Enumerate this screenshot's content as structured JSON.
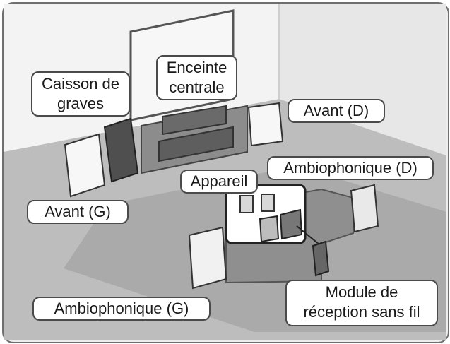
{
  "labels": {
    "subwoofer_line1": "Caisson de",
    "subwoofer_line2": "graves",
    "center_line1": "Enceinte",
    "center_line2": "centrale",
    "front_right": "Avant (D)",
    "surround_right": "Ambiophonique (D)",
    "device": "Appareil",
    "front_left": "Avant (G)",
    "surround_left": "Ambiophonique (G)",
    "module_line1": "Module de",
    "module_line2": "réception sans fil"
  },
  "colors": {
    "border": "#4a4a4a",
    "frame_border": "#6f6f6f",
    "wall": "#f0f0f0",
    "floor": "#bdbdbd",
    "carpet": "#a7a7a7"
  }
}
